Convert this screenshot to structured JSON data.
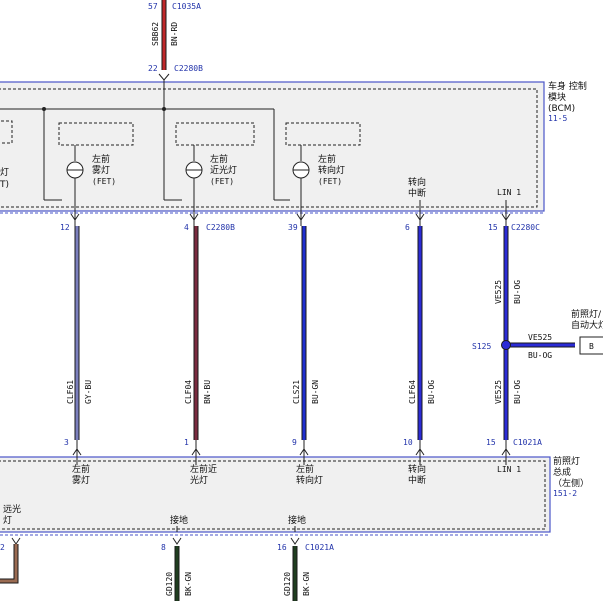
{
  "top_wire": {
    "pin_top": "57",
    "conn_top": "C1035A",
    "circuit": "SBB62",
    "color": "BN-RD",
    "pin_bottom": "22",
    "conn_bottom": "C2280B"
  },
  "bcm": {
    "title_line1": "车身 控制",
    "title_line2": "模块",
    "title_line3": "(BCM)",
    "ref": "11-5",
    "partial_label_1": "灯",
    "partial_label_2": "T)",
    "fets": [
      {
        "line1": "左前",
        "line2": "雾灯",
        "line3": "(FET)"
      },
      {
        "line1": "左前",
        "line2": "近光灯",
        "line3": "(FET)"
      },
      {
        "line1": "左前",
        "line2": "转向灯",
        "line3": "(FET)"
      }
    ],
    "turn_signal_line1": "转向",
    "turn_signal_line2": "中断",
    "lin_label": "LIN 1"
  },
  "wires": [
    {
      "pin_top": "12",
      "conn_top": "",
      "circuit": "CLF61",
      "color": "GY-BU",
      "pin_bottom": "3",
      "conn_bottom": "",
      "hex": "#7b7fbd"
    },
    {
      "pin_top": "4",
      "conn_top": "C2280B",
      "circuit": "CLF04",
      "color": "BN-BU",
      "pin_bottom": "1",
      "conn_bottom": "",
      "hex": "#7a2b3f"
    },
    {
      "pin_top": "39",
      "conn_top": "",
      "circuit": "CLS21",
      "color": "BU-GN",
      "pin_bottom": "9",
      "conn_bottom": "",
      "hex": "#1f2fd0"
    },
    {
      "pin_top": "6",
      "conn_top": "",
      "circuit": "CLF64",
      "color": "BU-OG",
      "pin_bottom": "10",
      "conn_bottom": "",
      "hex": "#2b2bd6"
    },
    {
      "pin_top": "15",
      "conn_top": "C2280C",
      "circuit": "VE525",
      "color": "BU-OG",
      "pin_bottom": "15",
      "conn_bottom": "C1021A",
      "hex": "#2b2bd6"
    }
  ],
  "splice": {
    "name": "S125",
    "circuit": "VE525",
    "color": "BU-OG",
    "lower_circuit": "VE525",
    "lower_color": "BU-OG",
    "dest_line1": "前照灯/",
    "dest_line2": "自动大灯",
    "dest_box": "B"
  },
  "headlamp": {
    "title_line1": "前照灯",
    "title_line2": "总成",
    "title_line3": "（左侧）",
    "ref": "151-2",
    "labels": [
      {
        "line1": "左前",
        "line2": "雾灯"
      },
      {
        "line1": "左前近",
        "line2": "光灯"
      },
      {
        "line1": "左前",
        "line2": "转向灯"
      },
      {
        "line1": "转向",
        "line2": "中断"
      },
      {
        "line1": "LIN 1",
        "line2": ""
      }
    ],
    "left_line1": "远光",
    "left_line2": "灯",
    "left_pin": "2",
    "ground_label_1": "接地",
    "ground_label_2": "接地"
  },
  "ground_wires": [
    {
      "pin": "8",
      "conn": "",
      "circuit": "GD120",
      "color": "BK-GN",
      "hex": "#1f3d1f"
    },
    {
      "pin": "16",
      "conn": "C1021A",
      "circuit": "GD120",
      "color": "BK-GN",
      "hex": "#1f3d1f"
    }
  ],
  "colors": {
    "module_border": "#4a55c8",
    "module_fill": "#f0f0f0",
    "top_wire": "#c0282a",
    "left_wire": "#9a6b52"
  }
}
